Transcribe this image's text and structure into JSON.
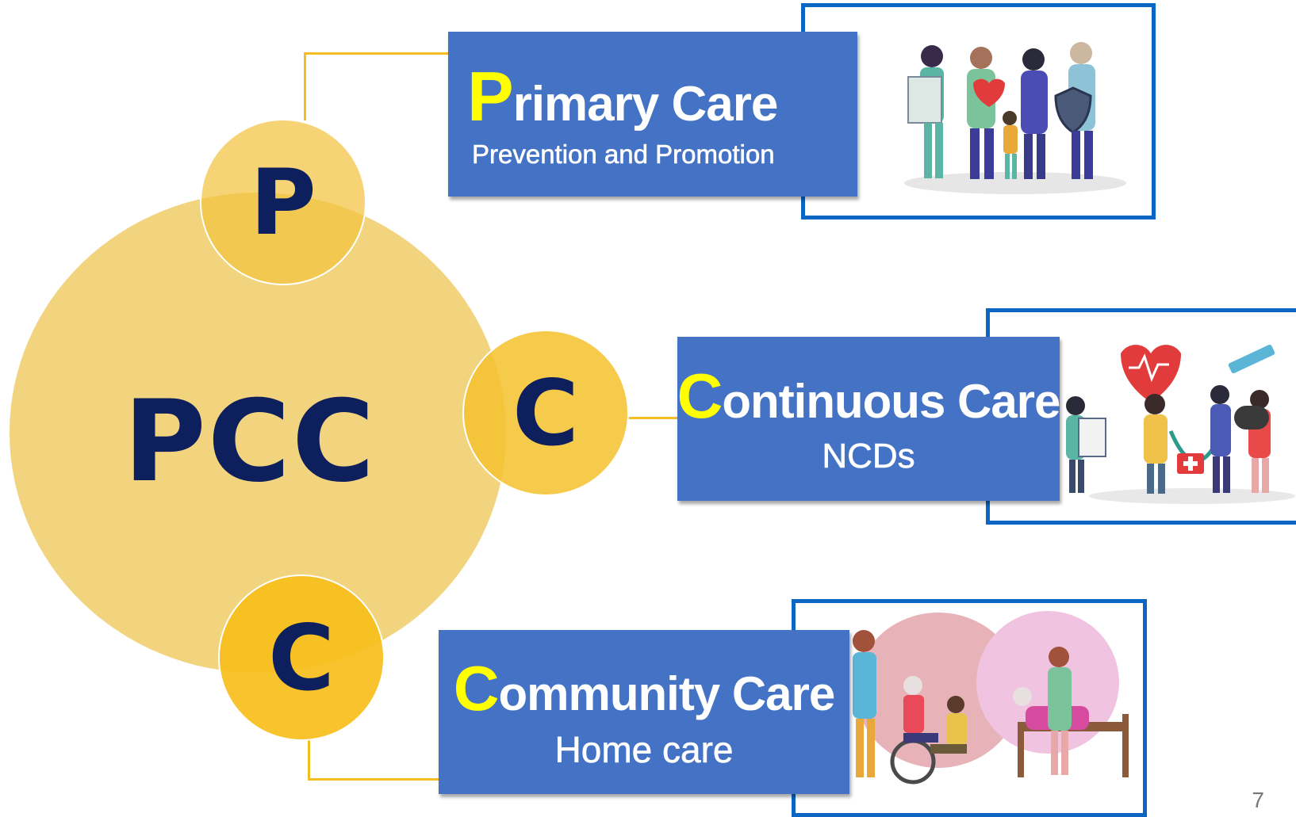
{
  "diagram": {
    "center": {
      "label": "PCC"
    },
    "nodes": [
      {
        "letter": "P",
        "title_initial": "P",
        "title_rest": "rimary Care",
        "subtitle": "Prevention and Promotion",
        "illustration": "family-health-illustration"
      },
      {
        "letter": "C",
        "title_initial": "C",
        "title_rest": "ontinuous Care",
        "subtitle": "NCDs",
        "illustration": "medical-team-illustration"
      },
      {
        "letter": "C",
        "title_initial": "C",
        "title_rest": "ommunity Care",
        "subtitle": "Home care",
        "illustration": "home-care-illustration"
      }
    ]
  },
  "colors": {
    "label_bg": "#4472c4",
    "accent_initial": "#ffff00",
    "circle_text": "#0d1f5c",
    "frame_border": "#0a66c2",
    "connector": "#f5bd1f"
  },
  "slide_number": "7"
}
